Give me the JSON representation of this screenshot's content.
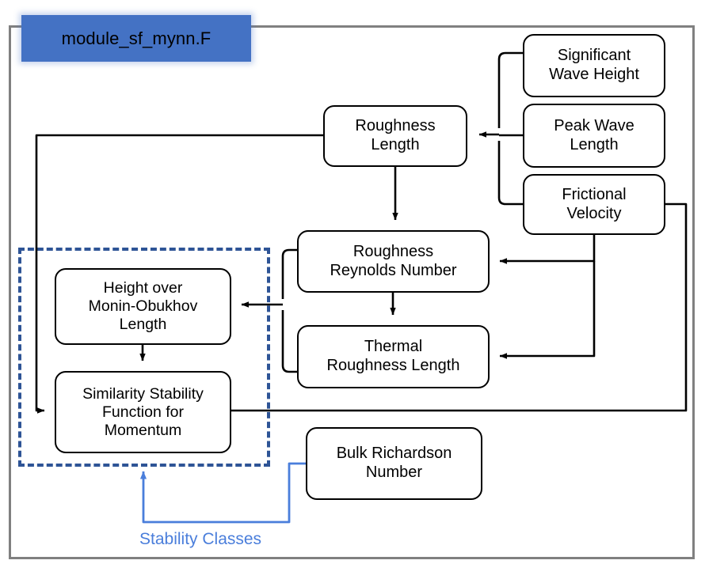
{
  "diagram": {
    "title": "module_sf_mynn.F",
    "title_bg": "#4472C4",
    "frame_color": "#808080",
    "dashed_color": "#2E5496",
    "accent_blue": "#4A7EDB",
    "edge_color": "#000000"
  },
  "nodes": {
    "roughness_length": "Roughness\nLength",
    "roughness_length_l1": "Roughness",
    "roughness_length_l2": "Length",
    "significant_wave_height_l1": "Significant",
    "significant_wave_height_l2": "Wave Height",
    "peak_wave_length_l1": "Peak Wave",
    "peak_wave_length_l2": "Length",
    "frictional_velocity_l1": "Frictional",
    "frictional_velocity_l2": "Velocity",
    "roughness_reynolds_number_l1": "Roughness",
    "roughness_reynolds_number_l2": "Reynolds Number",
    "thermal_roughness_length_l1": "Thermal",
    "thermal_roughness_length_l2": "Roughness Length",
    "height_over_mo_length_l1": "Height over",
    "height_over_mo_length_l2": "Monin-Obukhov",
    "height_over_mo_length_l3": "Length",
    "similarity_stability_l1": "Similarity Stability",
    "similarity_stability_l2": "Function for",
    "similarity_stability_l3": "Momentum",
    "bulk_richardson_number_l1": "Bulk Richardson",
    "bulk_richardson_number_l2": "Number"
  },
  "annotations": {
    "stability_classes": "Stability Classes"
  },
  "edges": [
    {
      "from": "wave-inputs-bracket",
      "to": "roughness_length",
      "style": "solid-arrow"
    },
    {
      "from": "roughness_length",
      "to": "roughness_reynolds_number",
      "style": "solid-arrow"
    },
    {
      "from": "roughness_length",
      "to": "similarity_stability",
      "style": "solid-arrow-left-route"
    },
    {
      "from": "frictional_velocity",
      "to": "roughness_reynolds_number",
      "style": "solid-arrow"
    },
    {
      "from": "frictional_velocity",
      "to": "thermal_roughness_length",
      "style": "solid-arrow"
    },
    {
      "from": "roughness_reynolds_number",
      "to": "thermal_roughness_length",
      "style": "solid-arrow"
    },
    {
      "from": "reynolds-thermal-bracket",
      "to": "height_over_mo_length",
      "style": "solid-arrow"
    },
    {
      "from": "height_over_mo_length",
      "to": "similarity_stability",
      "style": "solid-arrow"
    },
    {
      "from": "similarity_stability",
      "to": "frictional_velocity",
      "style": "solid-arrow-right-route"
    },
    {
      "from": "bulk_richardson_number",
      "to": "dashed-region",
      "style": "blue-arrow"
    }
  ]
}
